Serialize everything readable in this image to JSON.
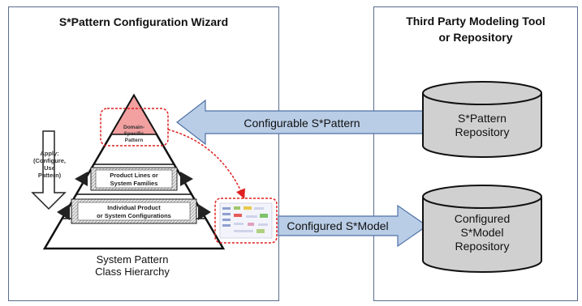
{
  "left_panel": {
    "title": "S*Pattern Configuration Wizard"
  },
  "right_panel": {
    "title_line1": "Third Party Modeling Tool",
    "title_line2": "or Repository"
  },
  "pyramid": {
    "top_line1": "Domain-",
    "top_line2": "Specific",
    "top_line3": "Pattern",
    "middle_line1": "Product Lines or",
    "middle_line2": "System Families",
    "bottom_line1": "Individual Product",
    "bottom_line2": "or System Configurations",
    "caption_line1": "System Pattern",
    "caption_line2": "Class Hierarchy"
  },
  "apply_arrow": {
    "line1": "Apply:",
    "line2": "(Configure,",
    "line3": "Use",
    "line4": "Pattern)"
  },
  "arrows": {
    "configurable": "Configurable S*Pattern",
    "configured": "Configured S*Model"
  },
  "repositories": {
    "pattern_line1": "S*Pattern",
    "pattern_line2": "Repository",
    "model_line1": "Configured",
    "model_line2": "S*Model",
    "model_line3": "Repository"
  },
  "colors": {
    "panel_border": "#5a6c8c",
    "arrow_fill": "#b9cde6",
    "arrow_stroke": "#4f72a8",
    "pyramid_top": "#f2a0a0",
    "dashed_red": "#e02020",
    "cylinder_fill": "#d0d0d0"
  }
}
